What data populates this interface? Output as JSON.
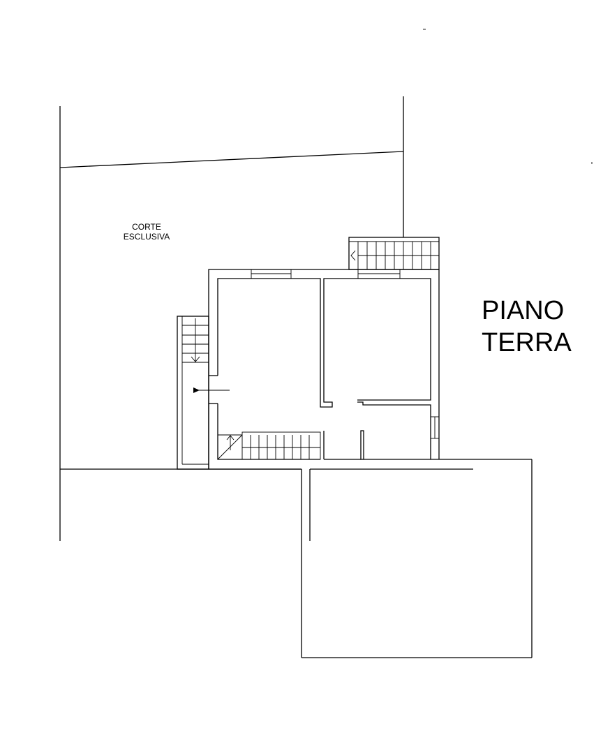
{
  "area_label": {
    "line1": "CORTE",
    "line2": "ESCLUSIVA"
  },
  "floor_label": {
    "line1": "PIANO",
    "line2": "TERRA"
  }
}
